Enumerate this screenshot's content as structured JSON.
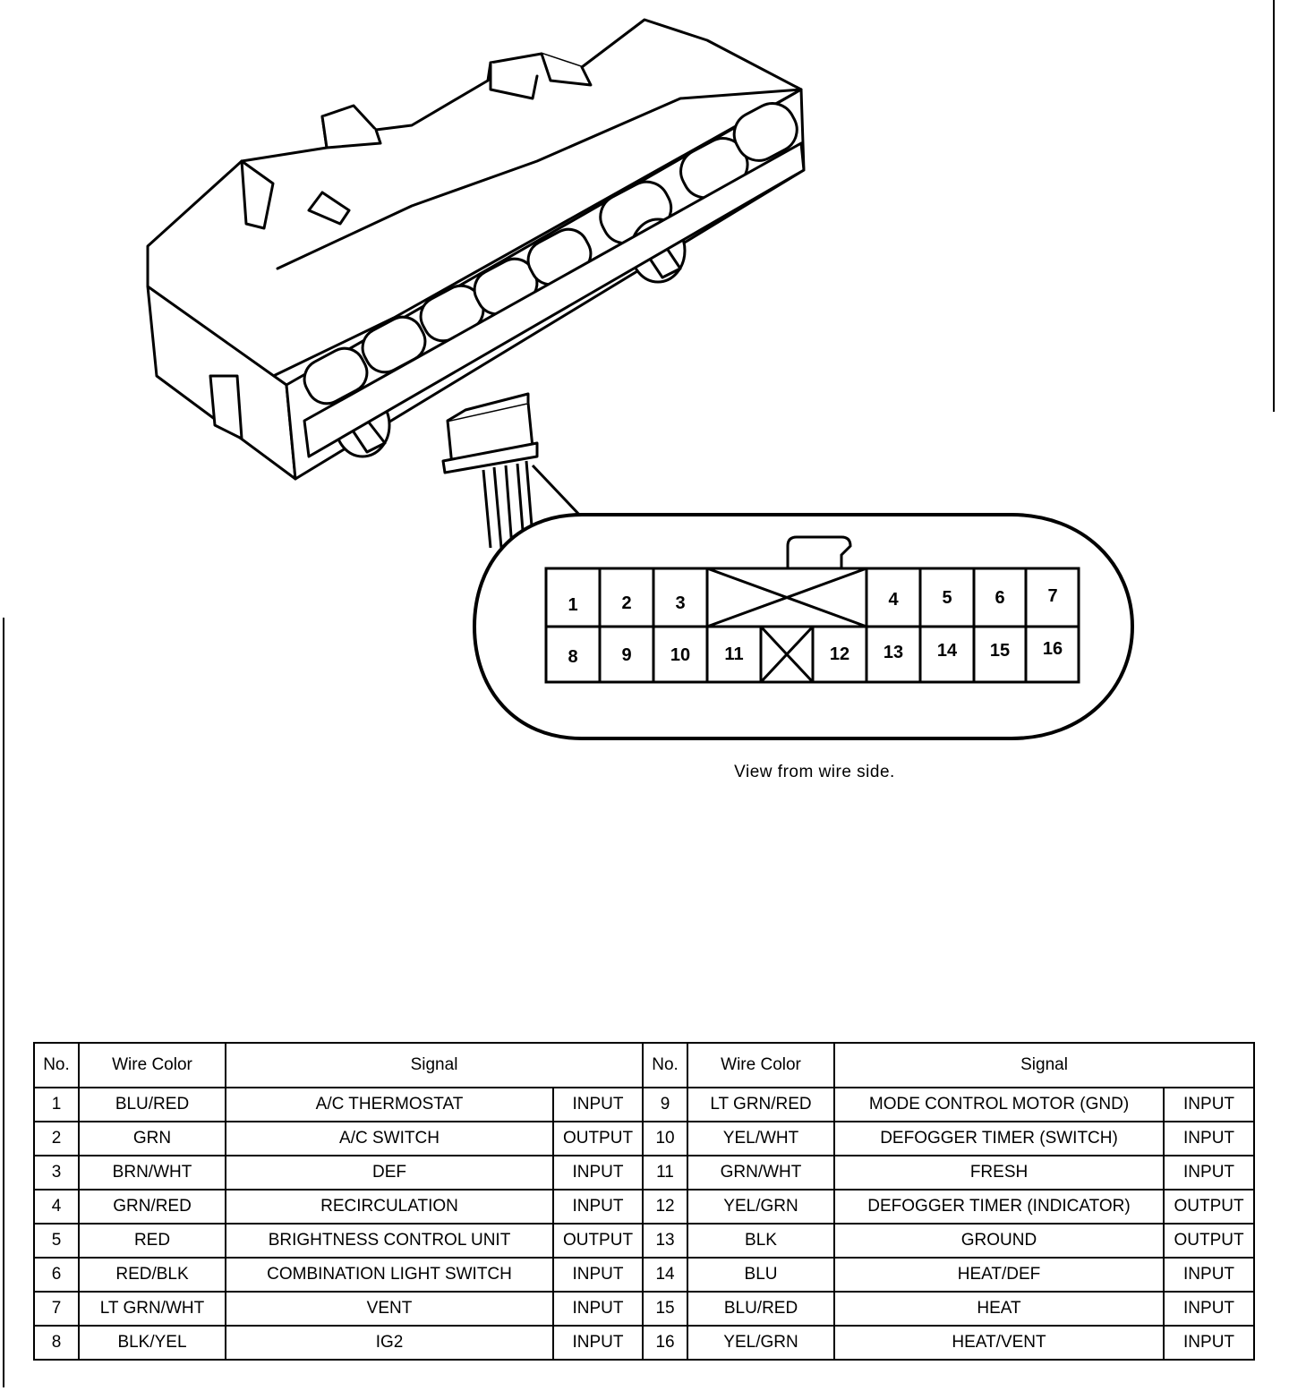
{
  "caption": "View from wire side.",
  "connector": {
    "top_row_left": [
      "1",
      "2",
      "3"
    ],
    "top_row_right": [
      "4",
      "5",
      "6",
      "7"
    ],
    "bottom_row": [
      "8",
      "9",
      "10",
      "11",
      "",
      "12",
      "13",
      "14",
      "15",
      "16"
    ]
  },
  "table": {
    "headers": {
      "no": "No.",
      "wire_color": "Wire Color",
      "signal": "Signal"
    },
    "left_rows": [
      {
        "no": "1",
        "color": "BLU/RED",
        "signal": "A/C THERMOSTAT",
        "dir": "INPUT"
      },
      {
        "no": "2",
        "color": "GRN",
        "signal": "A/C SWITCH",
        "dir": "OUTPUT"
      },
      {
        "no": "3",
        "color": "BRN/WHT",
        "signal": "DEF",
        "dir": "INPUT"
      },
      {
        "no": "4",
        "color": "GRN/RED",
        "signal": "RECIRCULATION",
        "dir": "INPUT"
      },
      {
        "no": "5",
        "color": "RED",
        "signal": "BRIGHTNESS CONTROL UNIT",
        "dir": "OUTPUT"
      },
      {
        "no": "6",
        "color": "RED/BLK",
        "signal": "COMBINATION LIGHT SWITCH",
        "dir": "INPUT"
      },
      {
        "no": "7",
        "color": "LT GRN/WHT",
        "signal": "VENT",
        "dir": "INPUT"
      },
      {
        "no": "8",
        "color": "BLK/YEL",
        "signal": "IG2",
        "dir": "INPUT"
      }
    ],
    "right_rows": [
      {
        "no": "9",
        "color": "LT GRN/RED",
        "signal": "MODE CONTROL MOTOR (GND)",
        "dir": "INPUT"
      },
      {
        "no": "10",
        "color": "YEL/WHT",
        "signal": "DEFOGGER TIMER (SWITCH)",
        "dir": "INPUT"
      },
      {
        "no": "11",
        "color": "GRN/WHT",
        "signal": "FRESH",
        "dir": "INPUT"
      },
      {
        "no": "12",
        "color": "YEL/GRN",
        "signal": "DEFOGGER TIMER (INDICATOR)",
        "dir": "OUTPUT"
      },
      {
        "no": "13",
        "color": "BLK",
        "signal": "GROUND",
        "dir": "OUTPUT"
      },
      {
        "no": "14",
        "color": "BLU",
        "signal": "HEAT/DEF",
        "dir": "INPUT"
      },
      {
        "no": "15",
        "color": "BLU/RED",
        "signal": "HEAT",
        "dir": "INPUT"
      },
      {
        "no": "16",
        "color": "YEL/GRN",
        "signal": "HEAT/VENT",
        "dir": "INPUT"
      }
    ]
  }
}
